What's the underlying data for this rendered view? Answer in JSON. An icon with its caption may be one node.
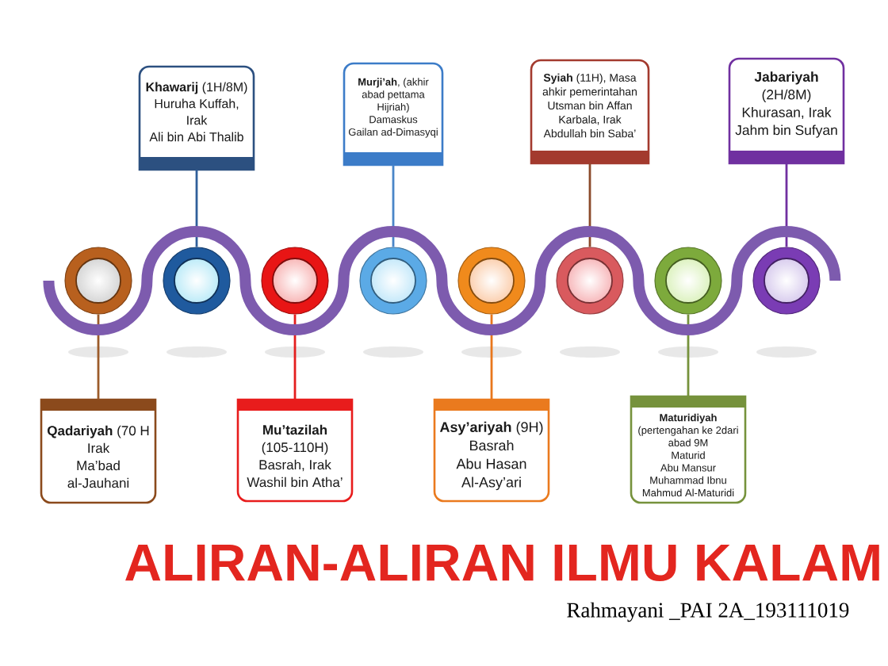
{
  "diagram": {
    "title": "ALIRAN-ALIRAN ILMU KALAM",
    "nodes": [
      {
        "text": [
          "**Khawarij** (1H/8M)",
          "Huruha Kuffah, Irak",
          "Ali bin Abi Thalib"
        ]
      },
      {
        "text": [
          "**Murji’ah**, (akhir abad pettama Hijriah)",
          "Damaskus",
          "Gailan ad-Dimasyqi"
        ]
      },
      {
        "text": [
          "**Syiah** (11H), Masa ahkir pemerintahan Utsman bin Affan",
          "Karbala, Irak",
          "Abdullah bin Saba’"
        ]
      },
      {
        "text": [
          "**Jabariyah** (2H/8M)",
          "Khurasan, Irak",
          "Jahm bin Sufyan"
        ]
      },
      {
        "text": [],
        "shape": "circle"
      },
      {
        "text": [],
        "shape": "circle"
      },
      {
        "text": [],
        "shape": "circle"
      },
      {
        "text": [],
        "shape": "circle"
      },
      {
        "text": [],
        "shape": "circle"
      },
      {
        "text": [],
        "shape": "circle"
      },
      {
        "text": [],
        "shape": "circle"
      },
      {
        "text": [],
        "shape": "circle"
      },
      {
        "text": [
          "**Qadariyah** (70 H",
          "Irak",
          "Ma’bad al-Jauhani"
        ]
      },
      {
        "text": [
          "**Mu’tazilah** (105-110H)",
          "Basrah, Irak",
          "Washil bin Atha’"
        ]
      },
      {
        "text": [
          "**Asy’ariyah** (9H)",
          "Basrah",
          "Abu Hasan Al-Asy’ari"
        ]
      },
      {
        "text": [
          "**Maturidiyah** (pertengahan ke 2dari abad 9M",
          "Maturid",
          "Abu Mansur Muhammad Ibnu Mahmud Al-Maturidi"
        ]
      }
    ],
    "edges": [
      {
        "from": 0,
        "to": 5,
        "arrow": "none",
        "color": "#2f5f9a"
      },
      {
        "from": 1,
        "to": 7,
        "arrow": "none",
        "color": "#4a86c8"
      },
      {
        "from": 2,
        "to": 9,
        "arrow": "none",
        "color": "#8b4a2b"
      },
      {
        "from": 3,
        "to": 11,
        "arrow": "none",
        "color": "#7030a0"
      },
      {
        "from": 12,
        "to": 4,
        "arrow": "none",
        "color": "#9c5b2a"
      },
      {
        "from": 13,
        "to": 6,
        "arrow": "none",
        "color": "#e41e1e"
      },
      {
        "from": 14,
        "to": 8,
        "arrow": "none",
        "color": "#e8771c"
      },
      {
        "from": 15,
        "to": 10,
        "arrow": "none",
        "color": "#76923c"
      },
      {
        "from": 4,
        "to": 11,
        "arrow": "none",
        "style": "thick",
        "color": "#7d5bae"
      }
    ],
    "labels": [
      "Rahmayani _PAI 2A_193111019"
    ]
  }
}
